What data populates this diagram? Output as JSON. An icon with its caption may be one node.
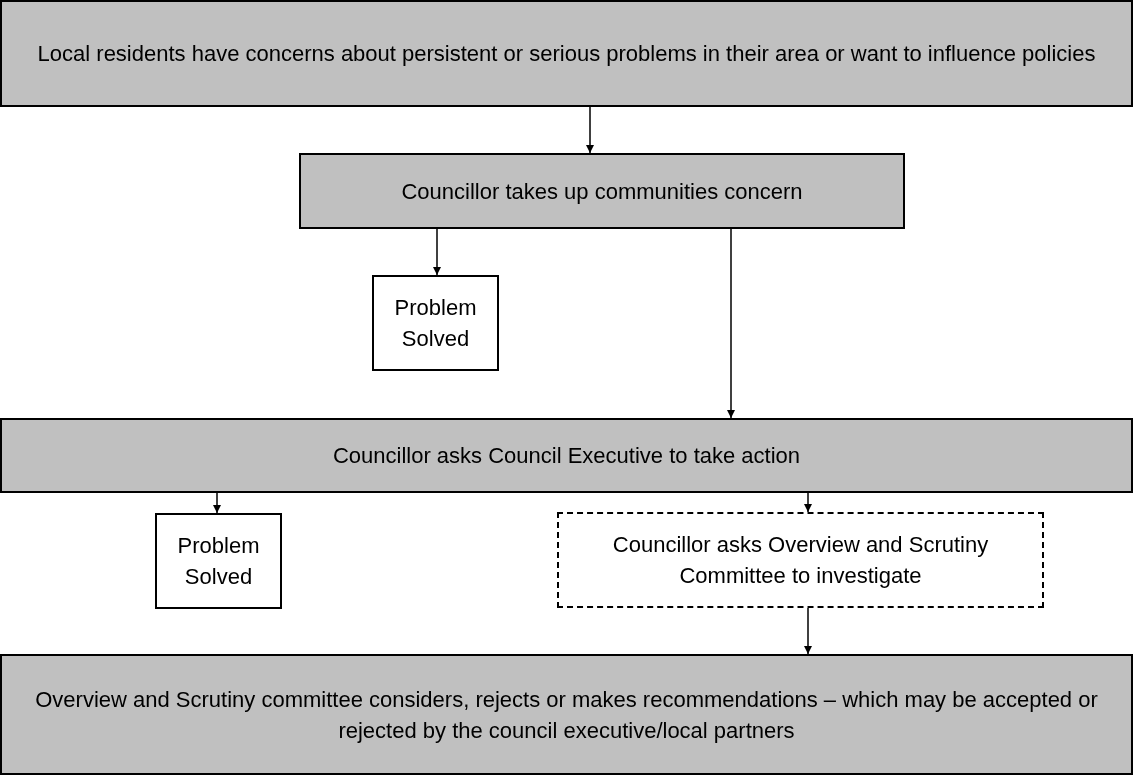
{
  "diagram": {
    "nodes": [
      {
        "text": [
          "Local residents have concerns about persistent or serious problems in their area or want to influence policies"
        ]
      },
      {
        "text": [
          "Councillor takes up communities concern"
        ]
      },
      {
        "text": [
          "Problem Solved"
        ]
      },
      {
        "text": [
          "Councillor asks Council Executive to take action"
        ]
      },
      {
        "text": [
          "Problem Solved"
        ]
      },
      {
        "text": [
          "Councillor asks Overview and Scrutiny Committee to investigate"
        ]
      },
      {
        "text": [
          "Overview and Scrutiny committee considers, rejects or makes recommendations – which may be accepted or rejected by the council executive/local partners"
        ]
      }
    ],
    "edges": [
      {
        "from": 0,
        "to": 1,
        "arrow": "to"
      },
      {
        "from": 1,
        "to": 2,
        "arrow": "to"
      },
      {
        "from": 1,
        "to": 3,
        "arrow": "to"
      },
      {
        "from": 3,
        "to": 4,
        "arrow": "to"
      },
      {
        "from": 3,
        "to": 5,
        "arrow": "to"
      },
      {
        "from": 5,
        "to": 6,
        "arrow": "to"
      }
    ]
  }
}
